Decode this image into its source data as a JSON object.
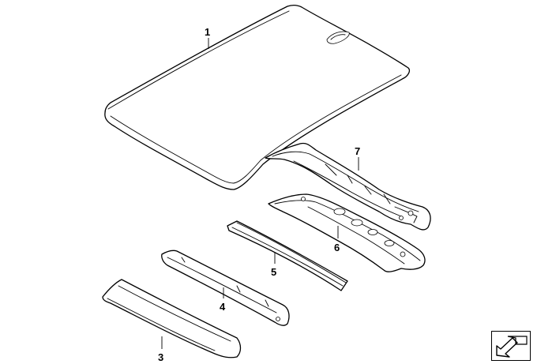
{
  "diagram": {
    "callouts": [
      {
        "id": "roof",
        "label": "1"
      },
      {
        "id": "rear-bow",
        "label": "3"
      },
      {
        "id": "roof-bow-4",
        "label": "4"
      },
      {
        "id": "roof-bow-5",
        "label": "5"
      },
      {
        "id": "front-frame",
        "label": "6"
      },
      {
        "id": "windshield-frame",
        "label": "7"
      }
    ],
    "nav_icon": "arrow-down-left-icon"
  }
}
